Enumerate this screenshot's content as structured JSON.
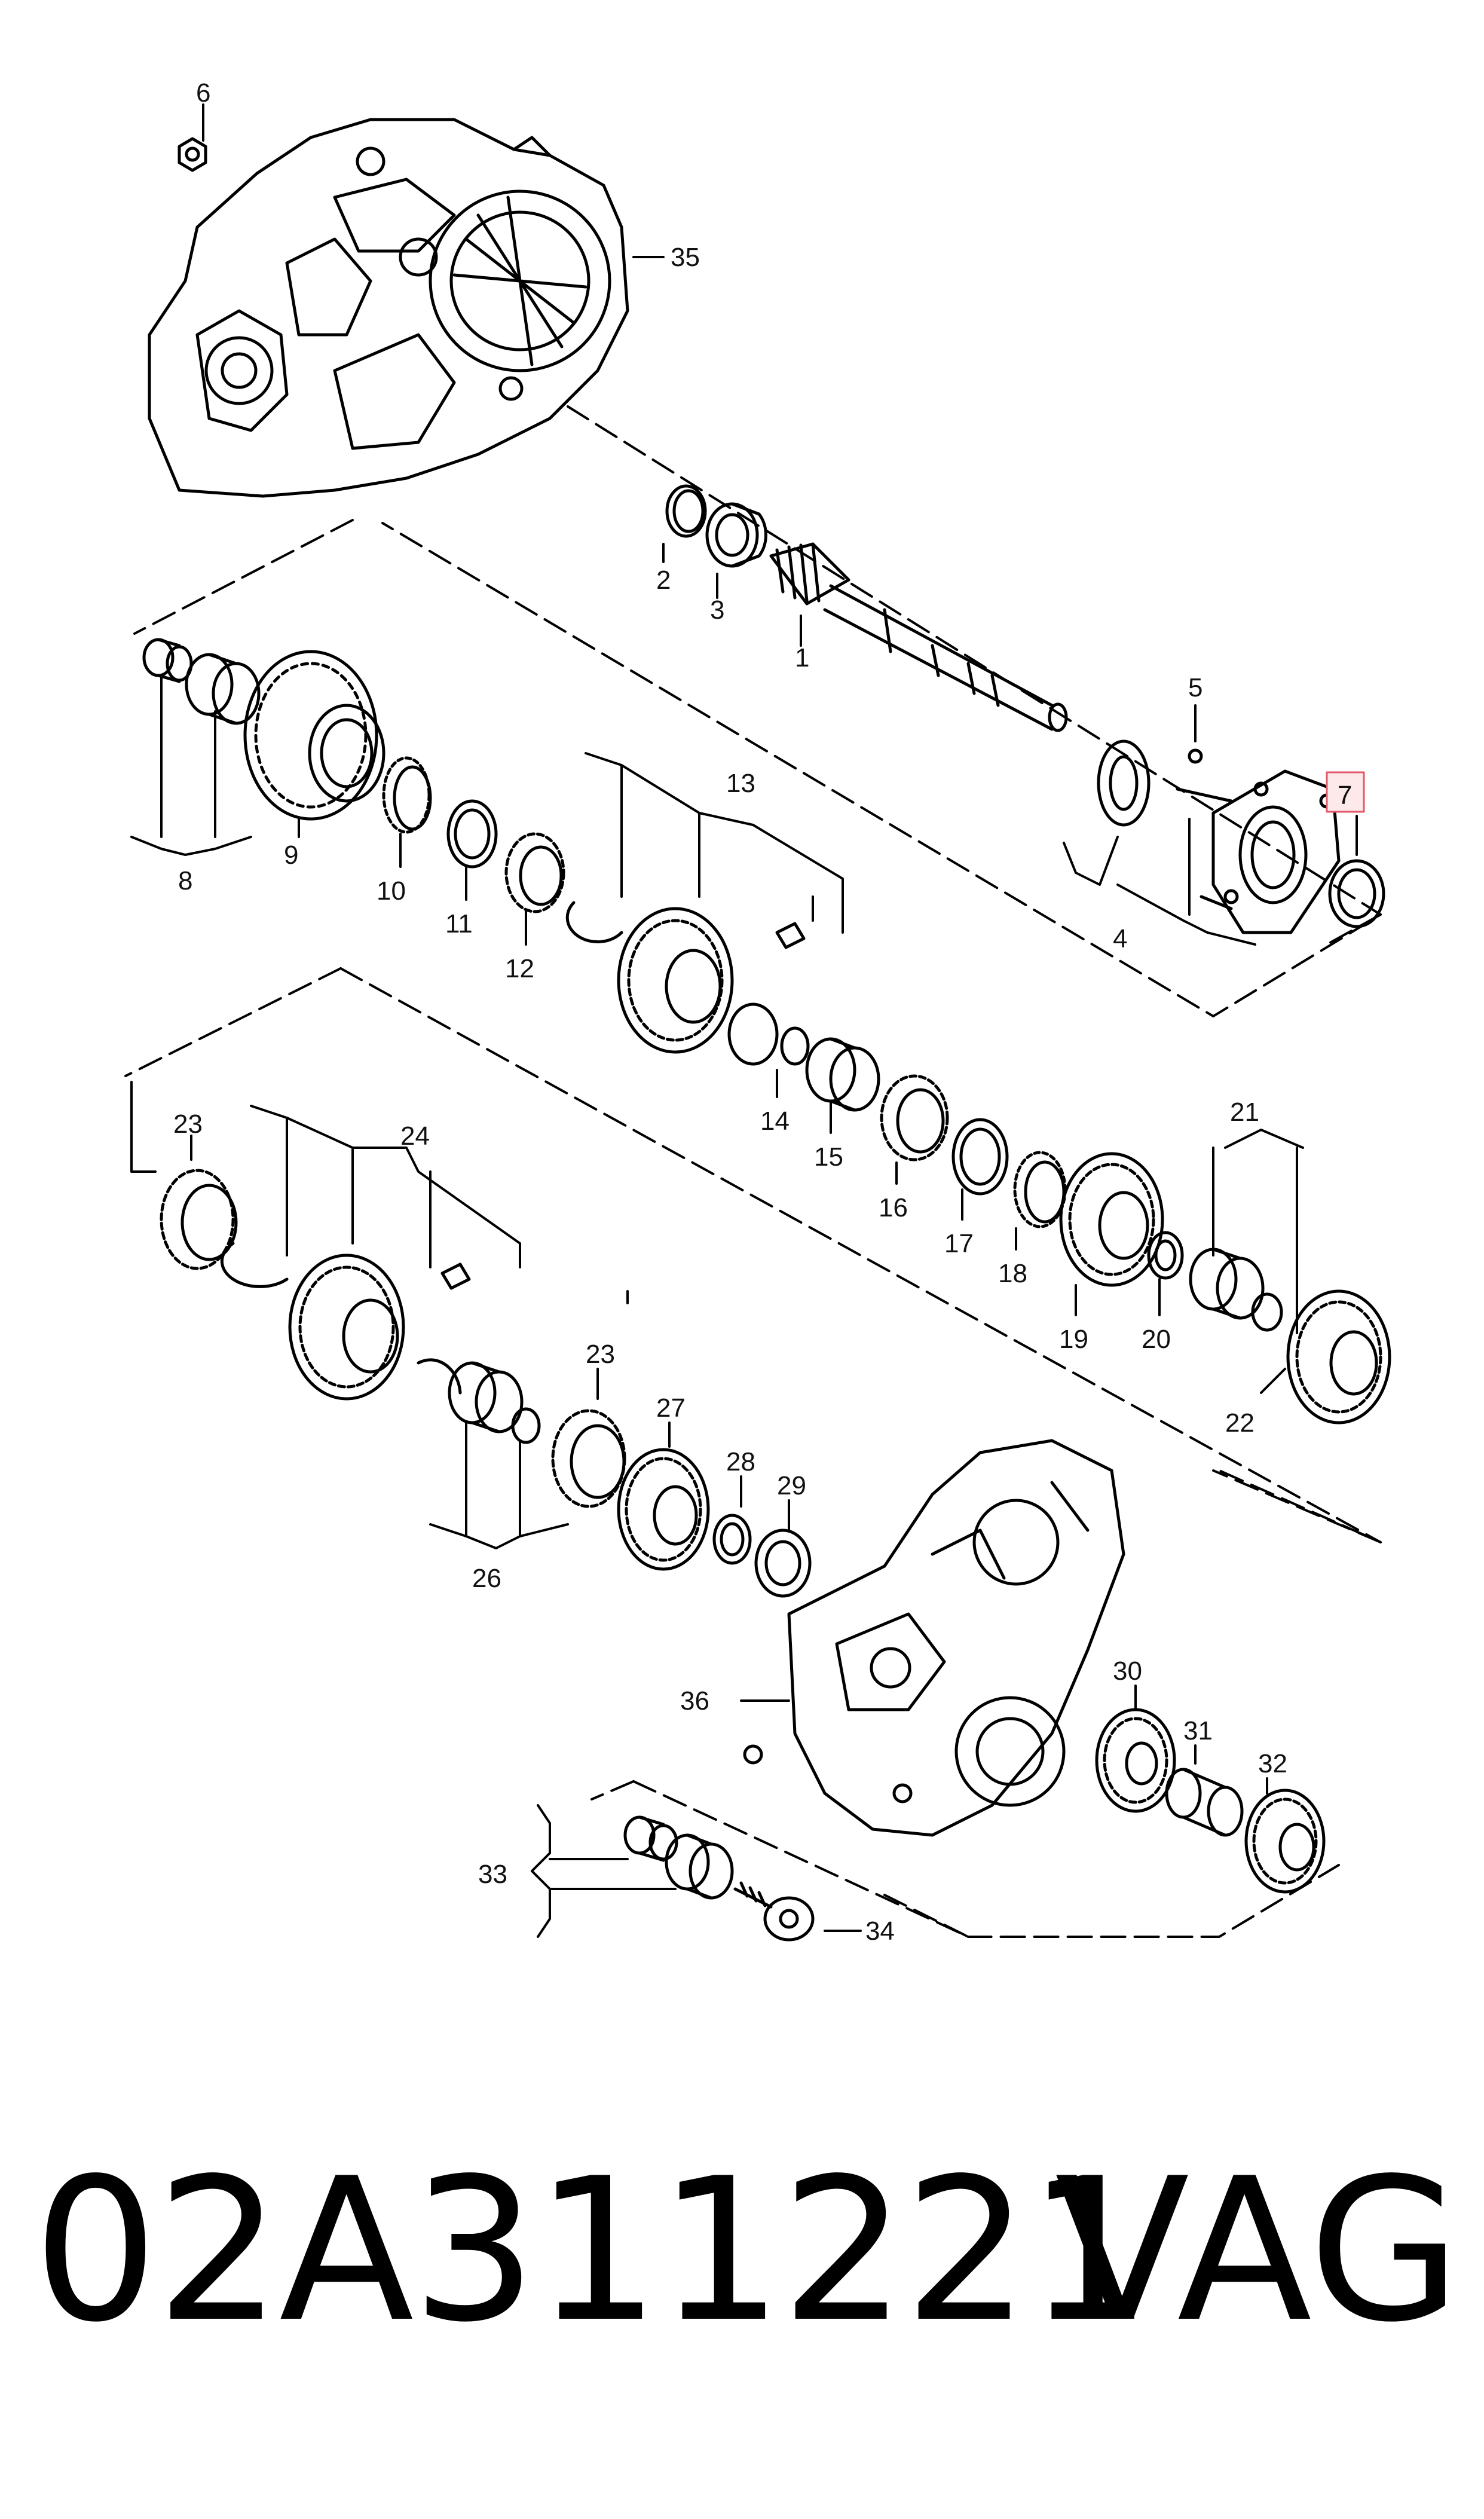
{
  "callouts": {
    "c1": "1",
    "c2": "2",
    "c3": "3",
    "c4": "4",
    "c5": "5",
    "c6": "6",
    "c7": "7",
    "c8": "8",
    "c9": "9",
    "c10": "10",
    "c11": "11",
    "c12": "12",
    "c13": "13",
    "c14": "14",
    "c15": "15",
    "c16": "16",
    "c17": "17",
    "c18": "18",
    "c19": "19",
    "c20": "20",
    "c21": "21",
    "c22": "22",
    "c23a": "23",
    "c23b": "23",
    "c24": "24",
    "c26": "26",
    "c27": "27",
    "c28": "28",
    "c29": "29",
    "c30": "30",
    "c31": "31",
    "c32": "32",
    "c33": "33",
    "c34": "34",
    "c35": "35",
    "c36": "36"
  },
  "highlighted_callout": "7",
  "highlight_color": "#e05a6a",
  "footer": {
    "part_number": "02A311221",
    "brand": "VAG"
  }
}
